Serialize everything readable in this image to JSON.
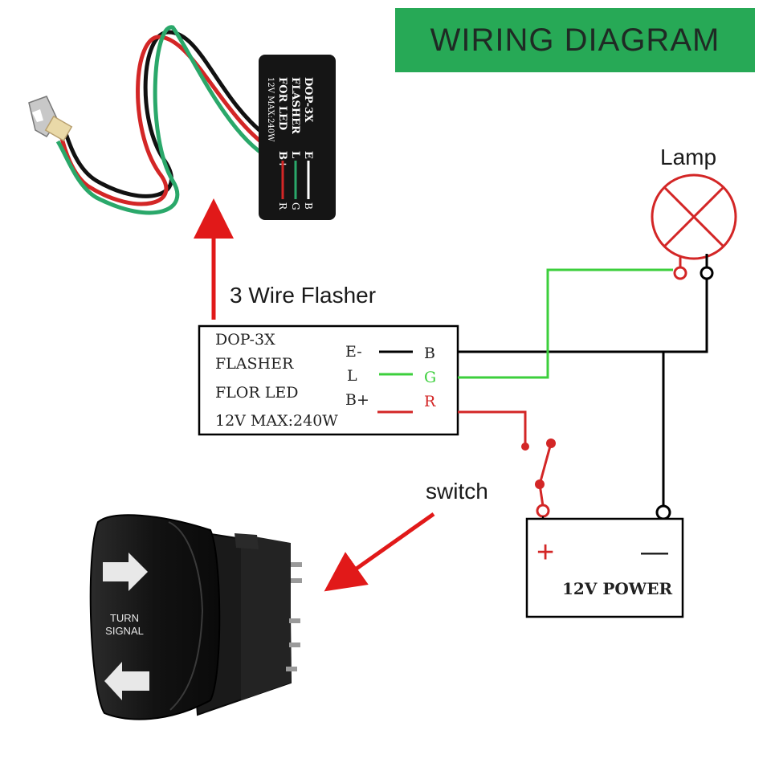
{
  "title": "WIRING DIAGRAM",
  "lamp_label": "Lamp",
  "flasher_caption": "3 Wire Flasher",
  "switch_label": "switch",
  "flasher_box": {
    "lines": [
      "DOP-3X",
      "FLASHER",
      "FLOR LED",
      "12V MAX:240W"
    ],
    "pins_left": [
      "E-",
      "L",
      "B+"
    ],
    "pins_right": [
      "B",
      "G",
      "R"
    ]
  },
  "flasher_product": {
    "lines": [
      "DOP-3X",
      "FLASHER",
      "FOR LED",
      "12V MAX:240W"
    ],
    "pins": [
      "E",
      "L",
      "B+"
    ],
    "pin_end_labels": [
      "B",
      "G",
      "R"
    ]
  },
  "rocker_switch": {
    "text_line1": "TURN",
    "text_line2": "SIGNAL"
  },
  "battery": {
    "plus": "+",
    "minus": "—",
    "label": "12V POWER"
  },
  "colors": {
    "banner": "#27a956",
    "wire_black": "#000000",
    "wire_green": "#3ccf3c",
    "wire_red": "#d32626",
    "arrow_red": "#e11919",
    "lamp": "#d32626"
  }
}
